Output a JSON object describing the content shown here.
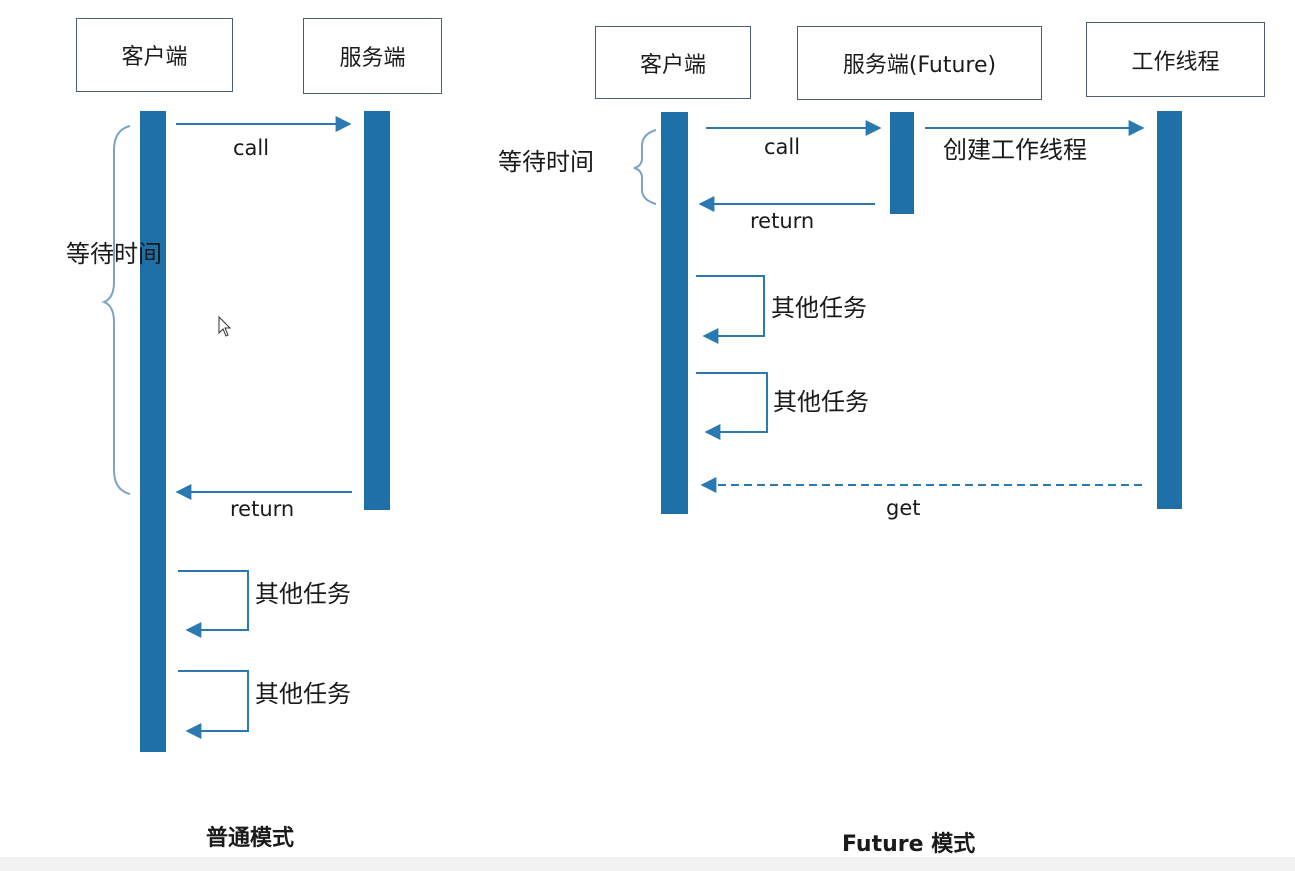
{
  "left": {
    "client_label": "客户端",
    "server_label": "服务端",
    "call_label": "call",
    "return_label": "return",
    "wait_label": "等待时间",
    "other_task_1": "其他任务",
    "other_task_2": "其他任务",
    "title": "普通模式"
  },
  "right": {
    "client_label": "客户端",
    "server_label": "服务端(Future)",
    "worker_label": "工作线程",
    "call_label": "call",
    "create_worker_label": "创建工作线程",
    "return_label": "return",
    "wait_label": "等待时间",
    "other_task_1": "其他任务",
    "other_task_2": "其他任务",
    "get_label": "get",
    "title": "Future 模式"
  },
  "colors": {
    "bar": "#1f6fa8",
    "arrow": "#2a79b0",
    "brace": "#7aa3c4",
    "box_border": "#4a5f74"
  },
  "icons": {
    "cursor": "mouse-pointer-icon"
  }
}
